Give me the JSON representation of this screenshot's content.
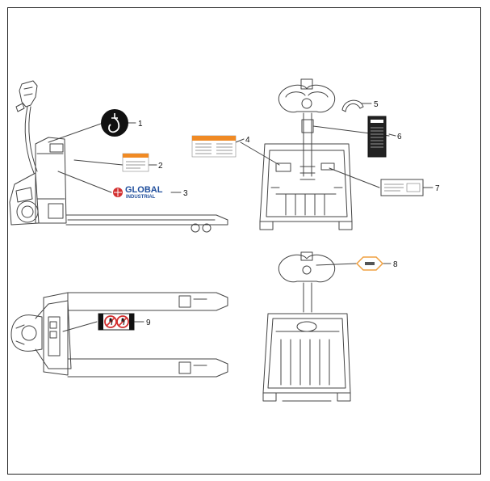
{
  "callouts": [
    "1",
    "2",
    "3",
    "4",
    "5",
    "6",
    "7",
    "8",
    "9"
  ],
  "logo": {
    "line1": "GLOBAL",
    "line2": "INDUSTRIAL"
  },
  "colors": {
    "line": "#444444",
    "warning_orange": "#f08a24",
    "logo_red": "#d32f2f",
    "logo_blue": "#1f4e9c",
    "icon_black": "#111111",
    "label8_orange": "#f0a040"
  },
  "icons": [
    "hook-icon",
    "no-riding-icon",
    "no-standing-icon"
  ]
}
